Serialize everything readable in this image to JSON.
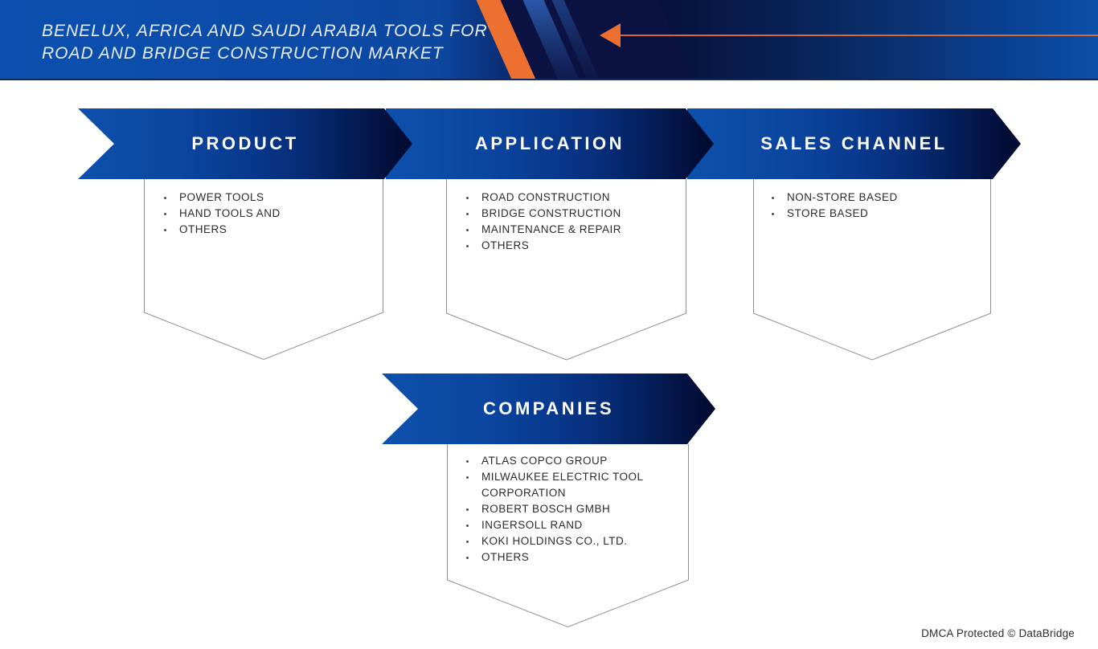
{
  "header": {
    "title_line1": "BENELUX, AFRICA AND SAUDI ARABIA TOOLS FOR",
    "title_line2": "ROAD AND BRIDGE CONSTRUCTION MARKET"
  },
  "segments": [
    {
      "label": "PRODUCT",
      "items": [
        "POWER TOOLS",
        "HAND TOOLS AND",
        "OTHERS"
      ]
    },
    {
      "label": "APPLICATION",
      "items": [
        "ROAD CONSTRUCTION",
        "BRIDGE CONSTRUCTION",
        "MAINTENANCE & REPAIR",
        "OTHERS"
      ]
    },
    {
      "label": "SALES CHANNEL",
      "items": [
        "NON-STORE BASED",
        "STORE BASED"
      ]
    },
    {
      "label": "COMPANIES",
      "items": [
        "ATLAS COPCO GROUP",
        "MILWAUKEE ELECTRIC TOOL CORPORATION",
        "ROBERT BOSCH GMBH",
        "INGERSOLL RAND",
        "KOKI HOLDINGS CO., LTD.",
        "OTHERS"
      ]
    }
  ],
  "footer": {
    "dmca": "DMCA Protected © DataBridge"
  },
  "icons": {
    "left_arrow": "◀"
  },
  "colors": {
    "accent_orange": "#ED7031",
    "header_blue": "#0B50B0",
    "header_dark_navy": "#050F38",
    "banner_blue": "#0D51AC",
    "banner_dark_navy": "#02092E",
    "outline_gray": "#909090",
    "list_text": "#2B2B2B",
    "banner_text": "#FFFFFF"
  }
}
